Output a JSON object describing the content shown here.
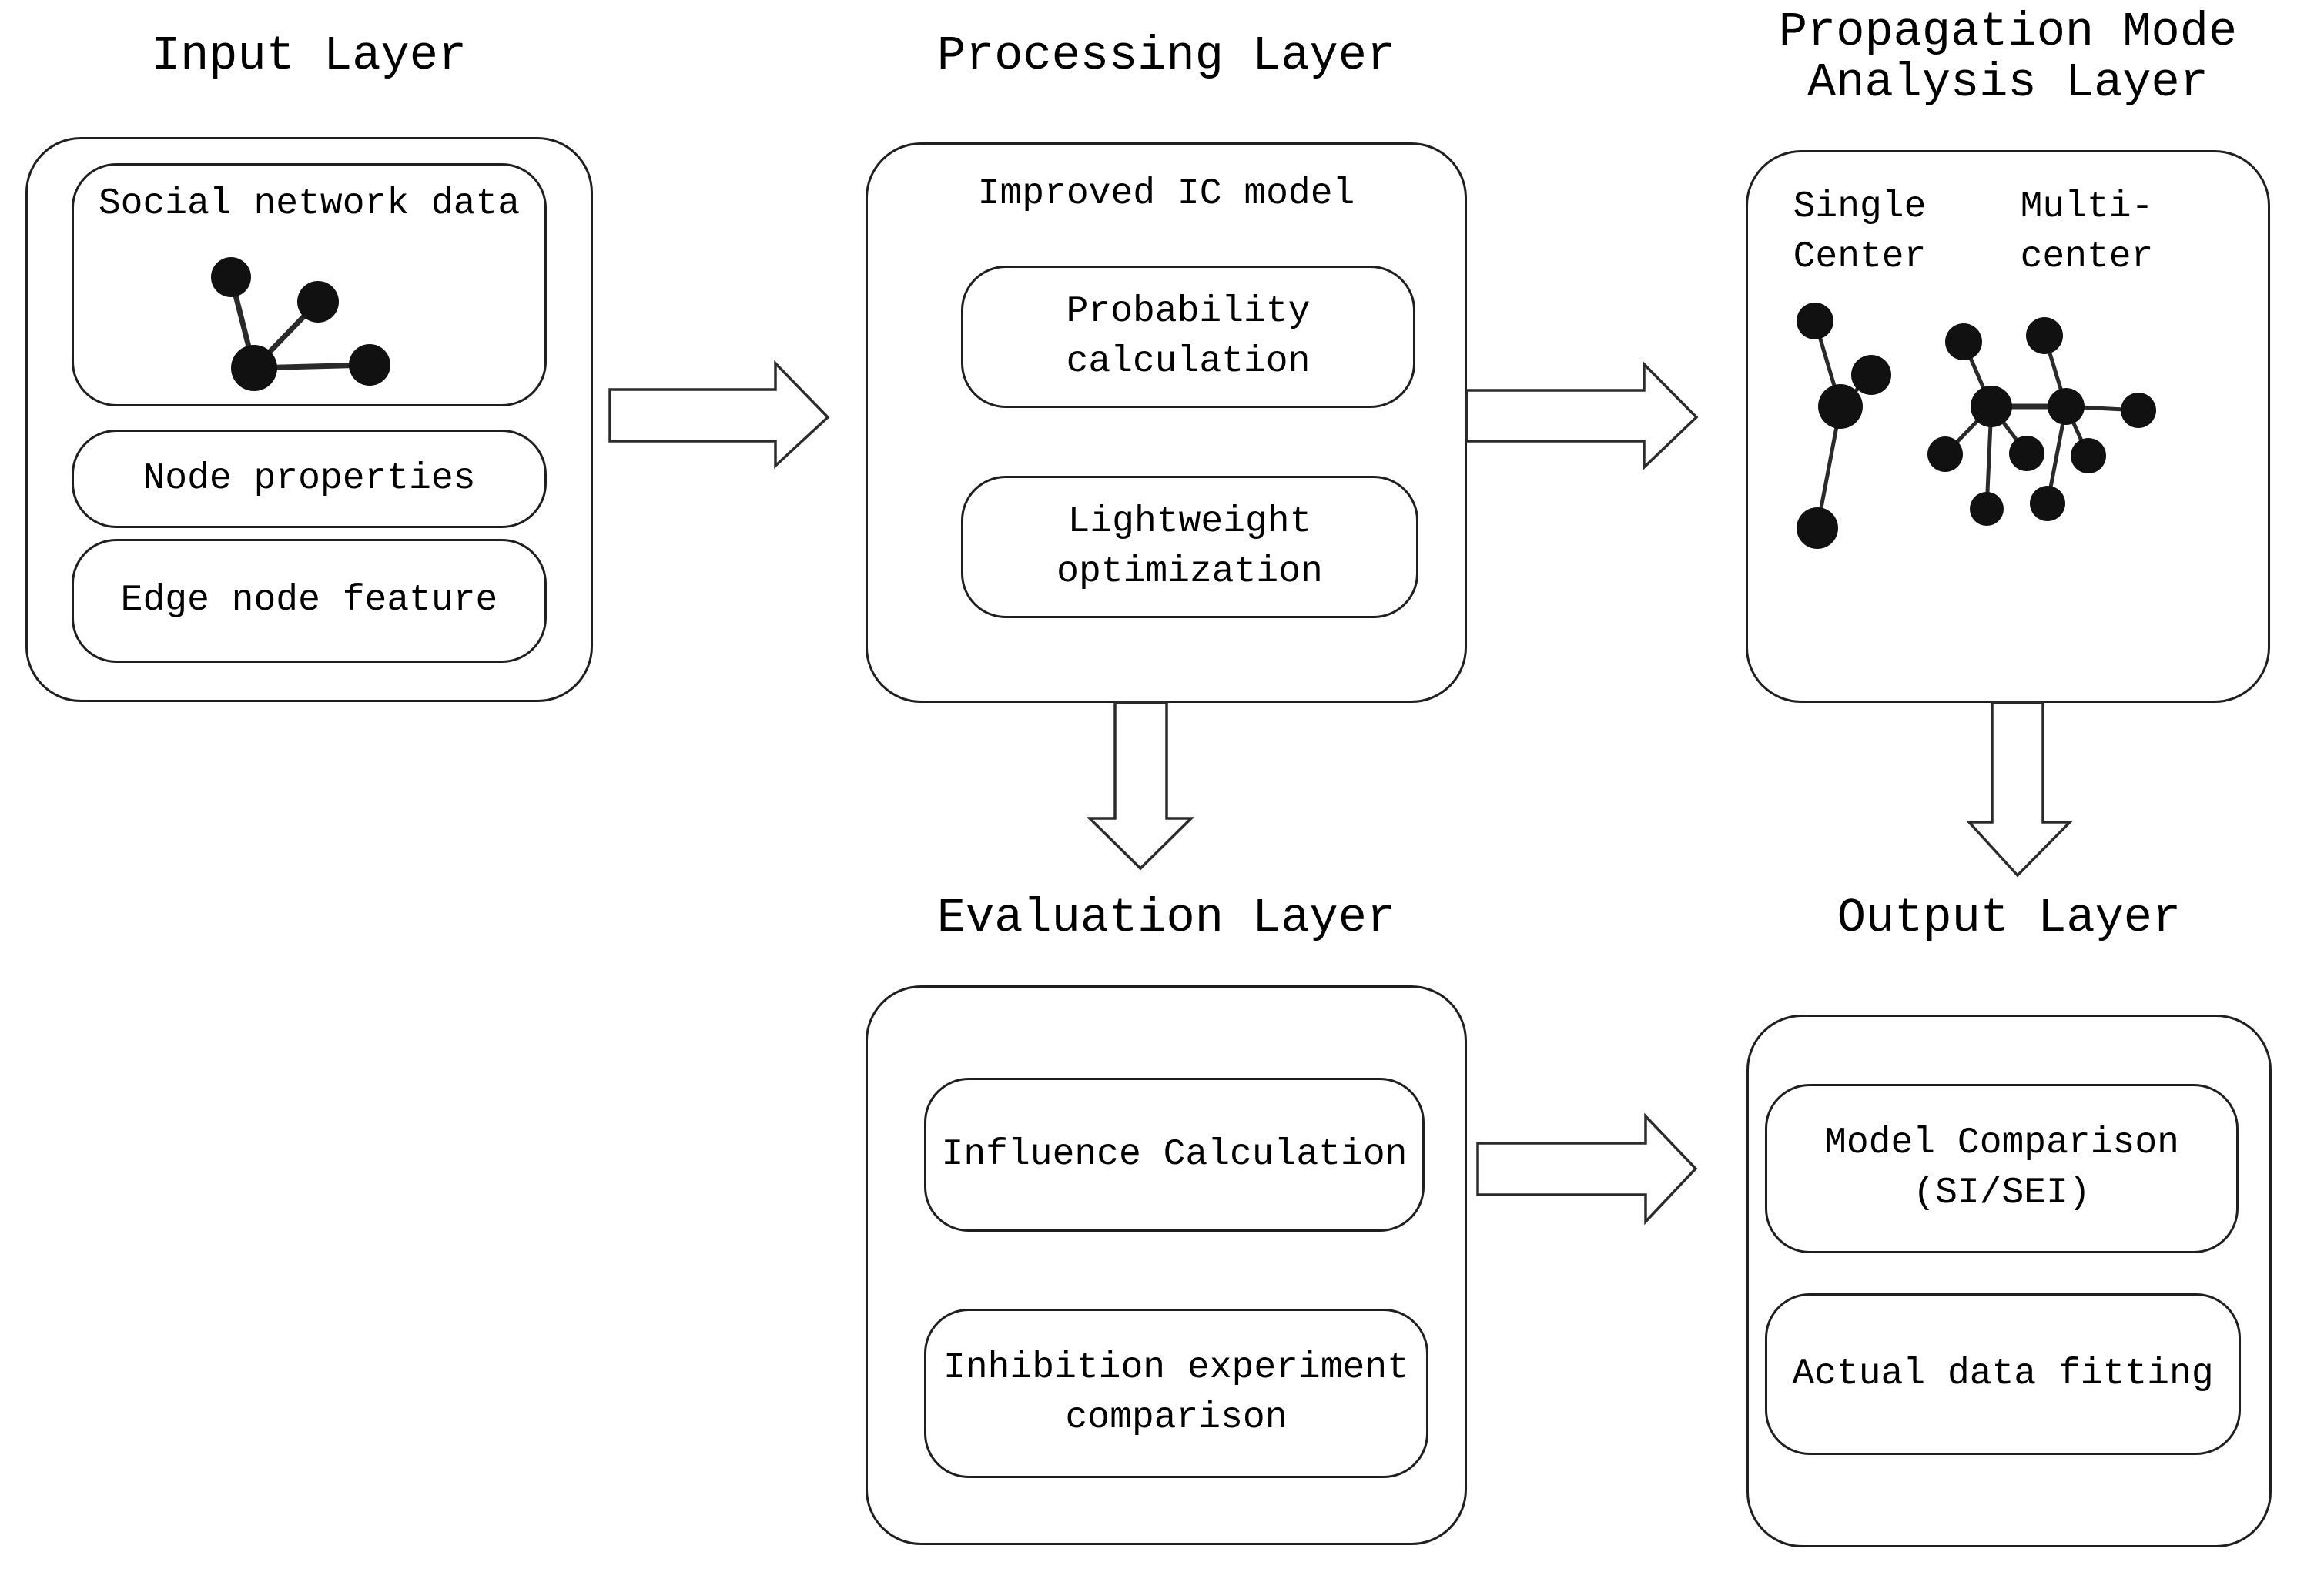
{
  "layers": {
    "input": {
      "title": "Input Layer",
      "items": {
        "social": "Social network data",
        "node_props": "Node properties",
        "edge_feature": "Edge node feature"
      }
    },
    "processing": {
      "title": "Processing Layer",
      "model_label": "Improved IC model",
      "items": {
        "probability": "Probability calculation",
        "lightweight": "Lightweight optimization"
      }
    },
    "propagation": {
      "title": "Propagation Mode\nAnalysis Layer",
      "single_label": "Single\nCenter",
      "multi_label": "Multi-\ncenter"
    },
    "evaluation": {
      "title": "Evaluation Layer",
      "items": {
        "influence": "Influence Calculation",
        "inhibition": "Inhibition experiment comparison"
      }
    },
    "output": {
      "title": "Output Layer",
      "items": {
        "model_comparison": "Model Comparison (SI/SEI)",
        "actual_fitting": "Actual data fitting"
      }
    }
  },
  "icons": {
    "social_network": "social-network-graph-icon",
    "single_center": "single-center-graph-icon",
    "multi_center": "multi-center-graph-icon",
    "arrows": [
      "arrow-right-icon",
      "arrow-right-icon",
      "arrow-down-icon",
      "arrow-down-icon",
      "arrow-right-icon"
    ]
  },
  "colors": {
    "background": "#ffffff",
    "line": "#1f1f1f",
    "text": "#000000",
    "node_fill": "#111111"
  }
}
